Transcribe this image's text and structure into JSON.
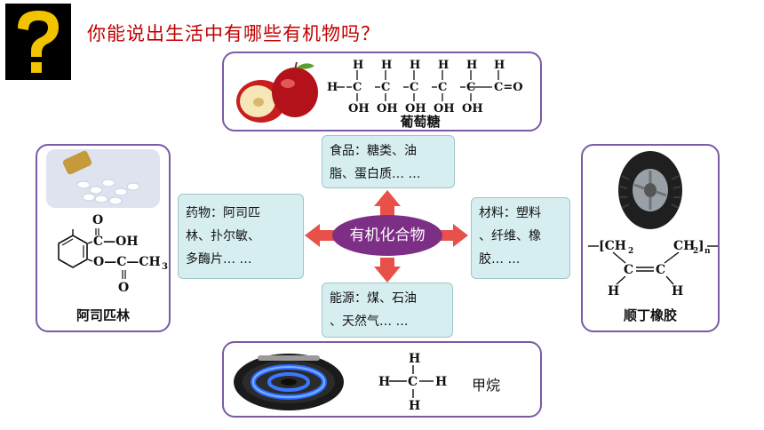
{
  "title": "你能说出生活中有哪些有机物吗？",
  "question_icon": "question-mark-icon",
  "center_label": "有机化合物",
  "boxes": {
    "food": [
      "食品：糖类、油",
      "脂、蛋白质… …"
    ],
    "medicine": [
      "药物：阿司匹",
      "林、扑尔敏、",
      "多酶片… …"
    ],
    "materials": [
      "材料：塑料",
      "、纤维、橡",
      "胶… …"
    ],
    "energy": [
      "能源：煤、石油",
      "、天然气… …"
    ]
  },
  "panels": {
    "glucose": {
      "caption": "葡萄糖",
      "formula": {
        "top": [
          "H",
          "H",
          "H",
          "H",
          "H",
          "H"
        ],
        "chain_start": "H",
        "carbon": "C",
        "terminal": "C=O",
        "bottom": [
          "OH",
          "OH",
          "OH",
          "OH",
          "OH"
        ]
      }
    },
    "aspirin": {
      "caption": "阿司匹林",
      "formula": {
        "o1": "O",
        "cooh": "C—OH",
        "ester": "O—C—CH",
        "sub": "3",
        "o2": "O"
      }
    },
    "rubber": {
      "caption": "顺丁橡胶",
      "formula": {
        "left": "[CH",
        "sub1": "2",
        "right": "CH",
        "sub2": "2",
        "bracket": "]",
        "n": "n",
        "c1": "C",
        "c2": "C",
        "h1": "H",
        "h2": "H"
      }
    },
    "methane": {
      "caption": "甲烷",
      "formula": {
        "top": "H",
        "left": "H",
        "center": "C",
        "right": "H",
        "bottom": "H"
      }
    }
  },
  "colors": {
    "title": "#c00000",
    "arrow": "#e8504a",
    "ellipse": "#7d2f86",
    "panel_border": "#7b5aa6",
    "box_fill": "#d7eef0"
  }
}
